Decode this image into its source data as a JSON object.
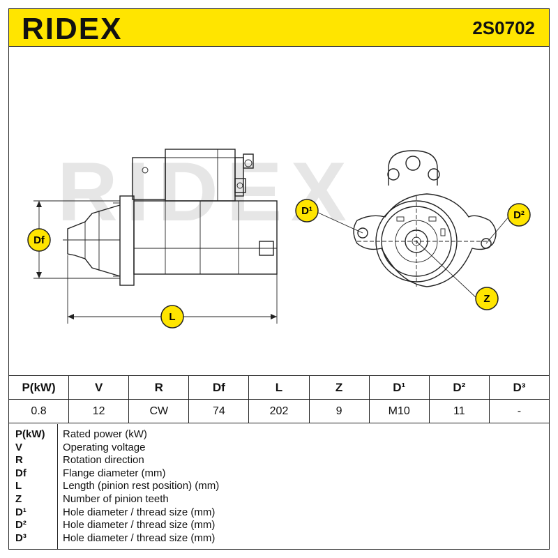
{
  "header": {
    "brand": "RIDEX",
    "part_number": "2S0702"
  },
  "drawing": {
    "watermark": "RIDEX",
    "labels": {
      "df": "Df",
      "l": "L",
      "d1": "D¹",
      "d2": "D²",
      "z": "Z"
    }
  },
  "spec_table": {
    "headers": [
      "P(kW)",
      "V",
      "R",
      "Df",
      "L",
      "Z",
      "D¹",
      "D²",
      "D³"
    ],
    "values": [
      "0.8",
      "12",
      "CW",
      "74",
      "202",
      "9",
      "M10",
      "11",
      "-"
    ]
  },
  "legend": [
    {
      "code": "P(kW)",
      "desc": "Rated power (kW)"
    },
    {
      "code": "V",
      "desc": "Operating voltage"
    },
    {
      "code": "R",
      "desc": "Rotation direction"
    },
    {
      "code": "Df",
      "desc": "Flange diameter (mm)"
    },
    {
      "code": "L",
      "desc": "Length (pinion rest position) (mm)"
    },
    {
      "code": "Z",
      "desc": "Number of pinion teeth"
    },
    {
      "code": "D¹",
      "desc": "Hole diameter / thread size (mm)"
    },
    {
      "code": "D²",
      "desc": "Hole diameter / thread size (mm)"
    },
    {
      "code": "D³",
      "desc": "Hole diameter / thread size (mm)"
    }
  ],
  "colors": {
    "accent": "#ffe500",
    "line": "#222222",
    "watermark": "#e6e6e6"
  }
}
